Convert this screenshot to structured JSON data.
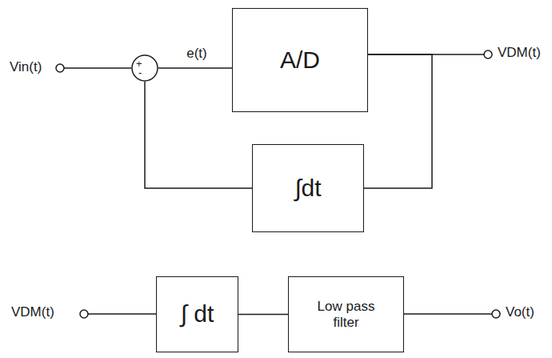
{
  "diagram": {
    "nodes": [
      {
        "text": [
          "+",
          "-"
        ]
      },
      {
        "text": [
          "A/D"
        ]
      },
      {
        "text": [
          "∫dt"
        ]
      },
      {
        "text": [
          "∫ dt"
        ]
      },
      {
        "text": [
          "Low pass filter"
        ]
      }
    ],
    "edges": [
      {
        "from": 0,
        "to": 1,
        "arrow": "none",
        "label": "e(t)"
      },
      {
        "from": 1,
        "to": 2,
        "arrow": "none"
      },
      {
        "from": 2,
        "to": 0,
        "arrow": "none"
      },
      {
        "from": 3,
        "to": 4,
        "arrow": "none"
      }
    ],
    "labels": [
      "Vin(t)",
      "VDM(t)",
      "VDM(t)",
      "Vo(t)"
    ]
  }
}
